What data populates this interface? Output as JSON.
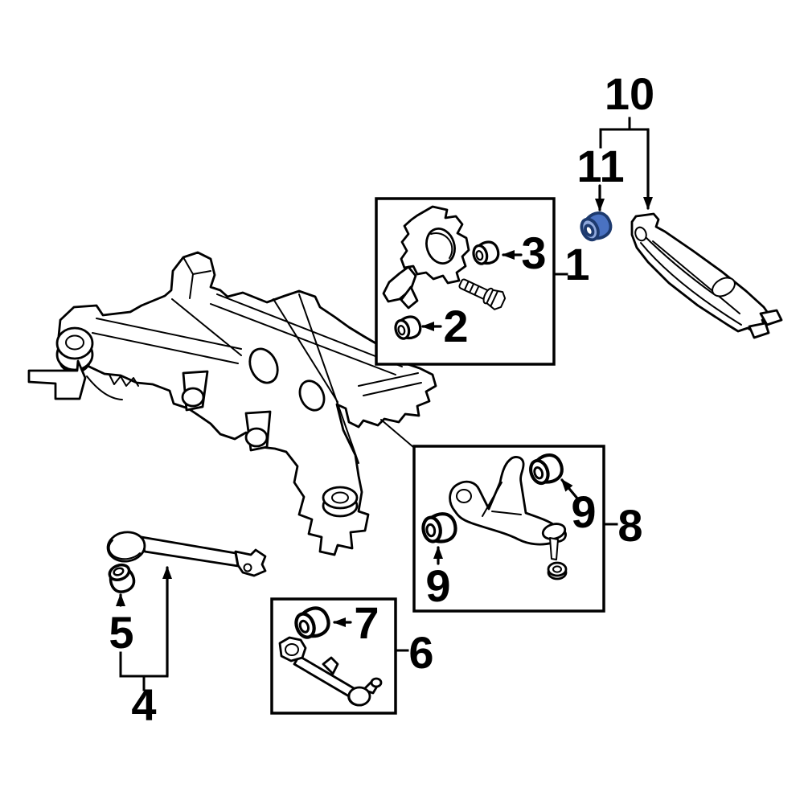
{
  "diagram": {
    "background": "#ffffff",
    "line_color": "#000000",
    "highlight": {
      "part": "bushing-11",
      "fill": "#4a72c2",
      "face_fill": "#8fa8dc",
      "inner_fill": "#ffffff",
      "stroke": "#1d3a6e"
    },
    "callouts": {
      "c1": "1",
      "c2": "2",
      "c3": "3",
      "c4": "4",
      "c5": "5",
      "c6": "6",
      "c7": "7",
      "c8": "8",
      "c9_left": "9",
      "c9_right": "9",
      "c10": "10",
      "c11": "11"
    },
    "parts": [
      "subframe-crossmember",
      "knuckle",
      "bushing-2",
      "bushing-3",
      "bolt",
      "trailing-arm",
      "bushing-5",
      "lateral-link",
      "bushing-7",
      "upper-control-arm",
      "bushing-9-left",
      "bushing-9-right",
      "ball-joint-nut",
      "rear-lower-arm-10",
      "bushing-11"
    ]
  }
}
